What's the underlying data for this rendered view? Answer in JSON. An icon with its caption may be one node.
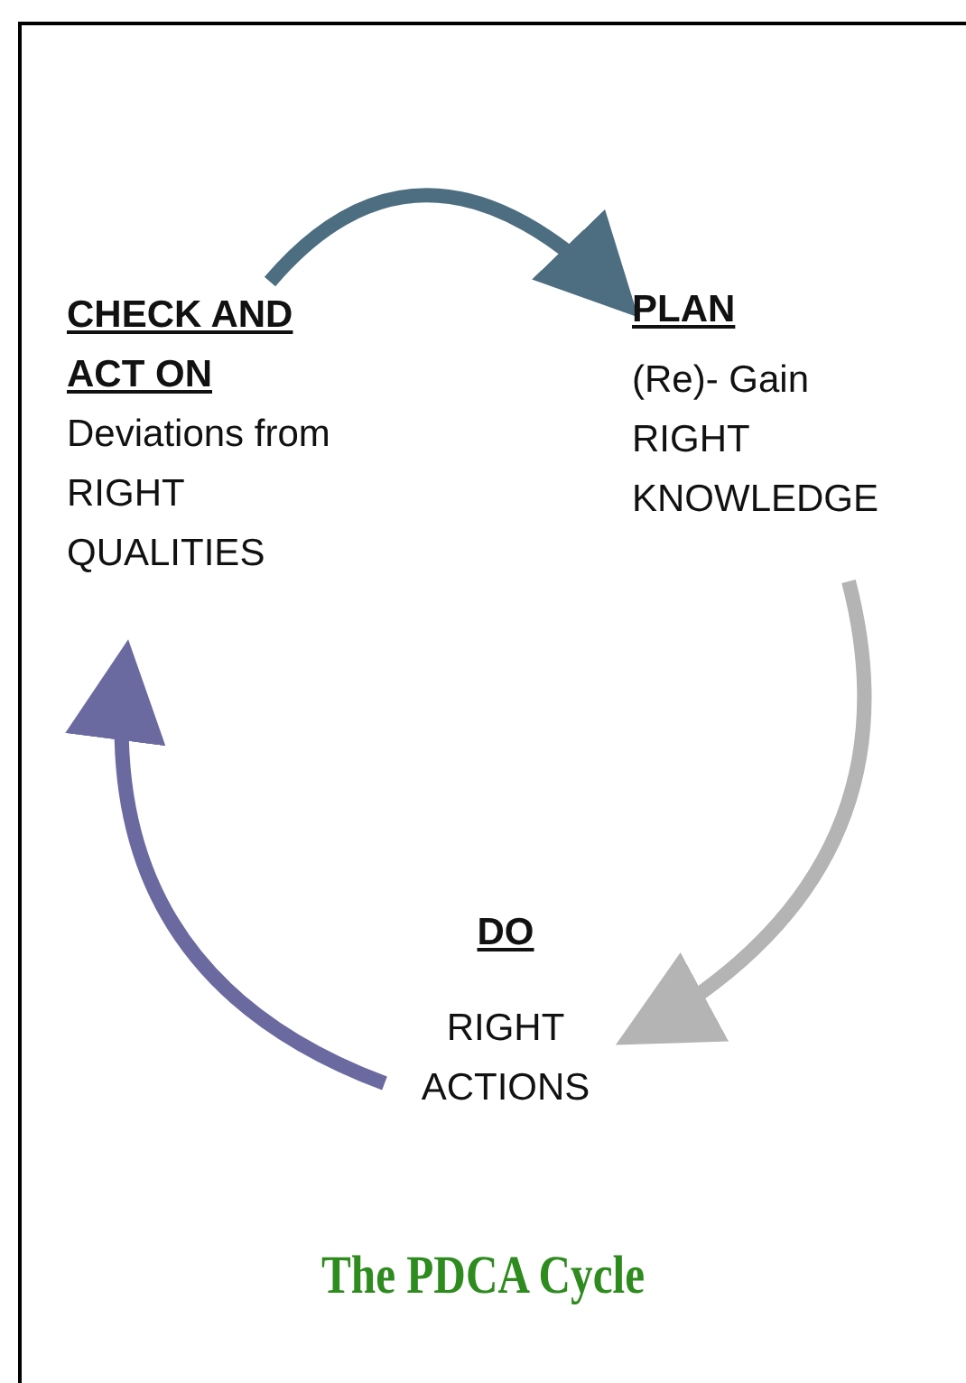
{
  "diagram": {
    "title": "The PDCA Cycle",
    "nodes": [
      {
        "text": [
          "PLAN",
          "(Re)- Gain RIGHT KNOWLEDGE"
        ]
      },
      {
        "text": [
          "DO",
          "RIGHT ACTIONS"
        ]
      },
      {
        "text": [
          "CHECK AND ACT ON",
          "Deviations from RIGHT QUALITIES"
        ]
      }
    ],
    "edges": [
      {
        "from": 2,
        "to": 0,
        "arrow": "to",
        "color": "#4d6e80"
      },
      {
        "from": 0,
        "to": 1,
        "arrow": "to",
        "color": "#b4b4b4"
      },
      {
        "from": 1,
        "to": 2,
        "arrow": "to",
        "color": "#6a6aa0"
      }
    ]
  }
}
